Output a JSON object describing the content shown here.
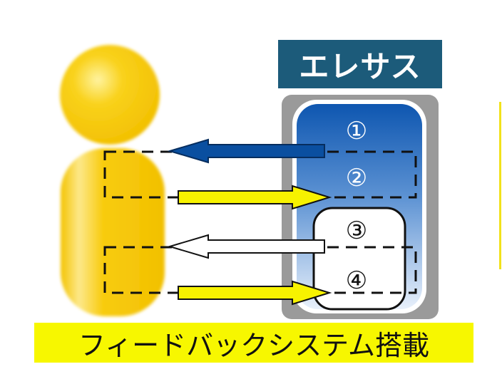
{
  "title": "エレサス",
  "caption": "フィードバックシステム搭載",
  "markers": [
    {
      "label": "①",
      "tone": "light"
    },
    {
      "label": "②",
      "tone": "light"
    },
    {
      "label": "③",
      "tone": "dark"
    },
    {
      "label": "④",
      "tone": "dark"
    }
  ],
  "colors": {
    "title_bg": "#1c5b7a",
    "caption_bg": "#f7f700",
    "person": "#f5c800",
    "arrow_blue": "#0a4fa0",
    "arrow_yellow": "#f7f200",
    "arrow_white": "#ffffff",
    "device_frame": "#9a9a9a",
    "gradient_top": "#0e56b0",
    "gradient_bottom": "#e8f0fb"
  }
}
